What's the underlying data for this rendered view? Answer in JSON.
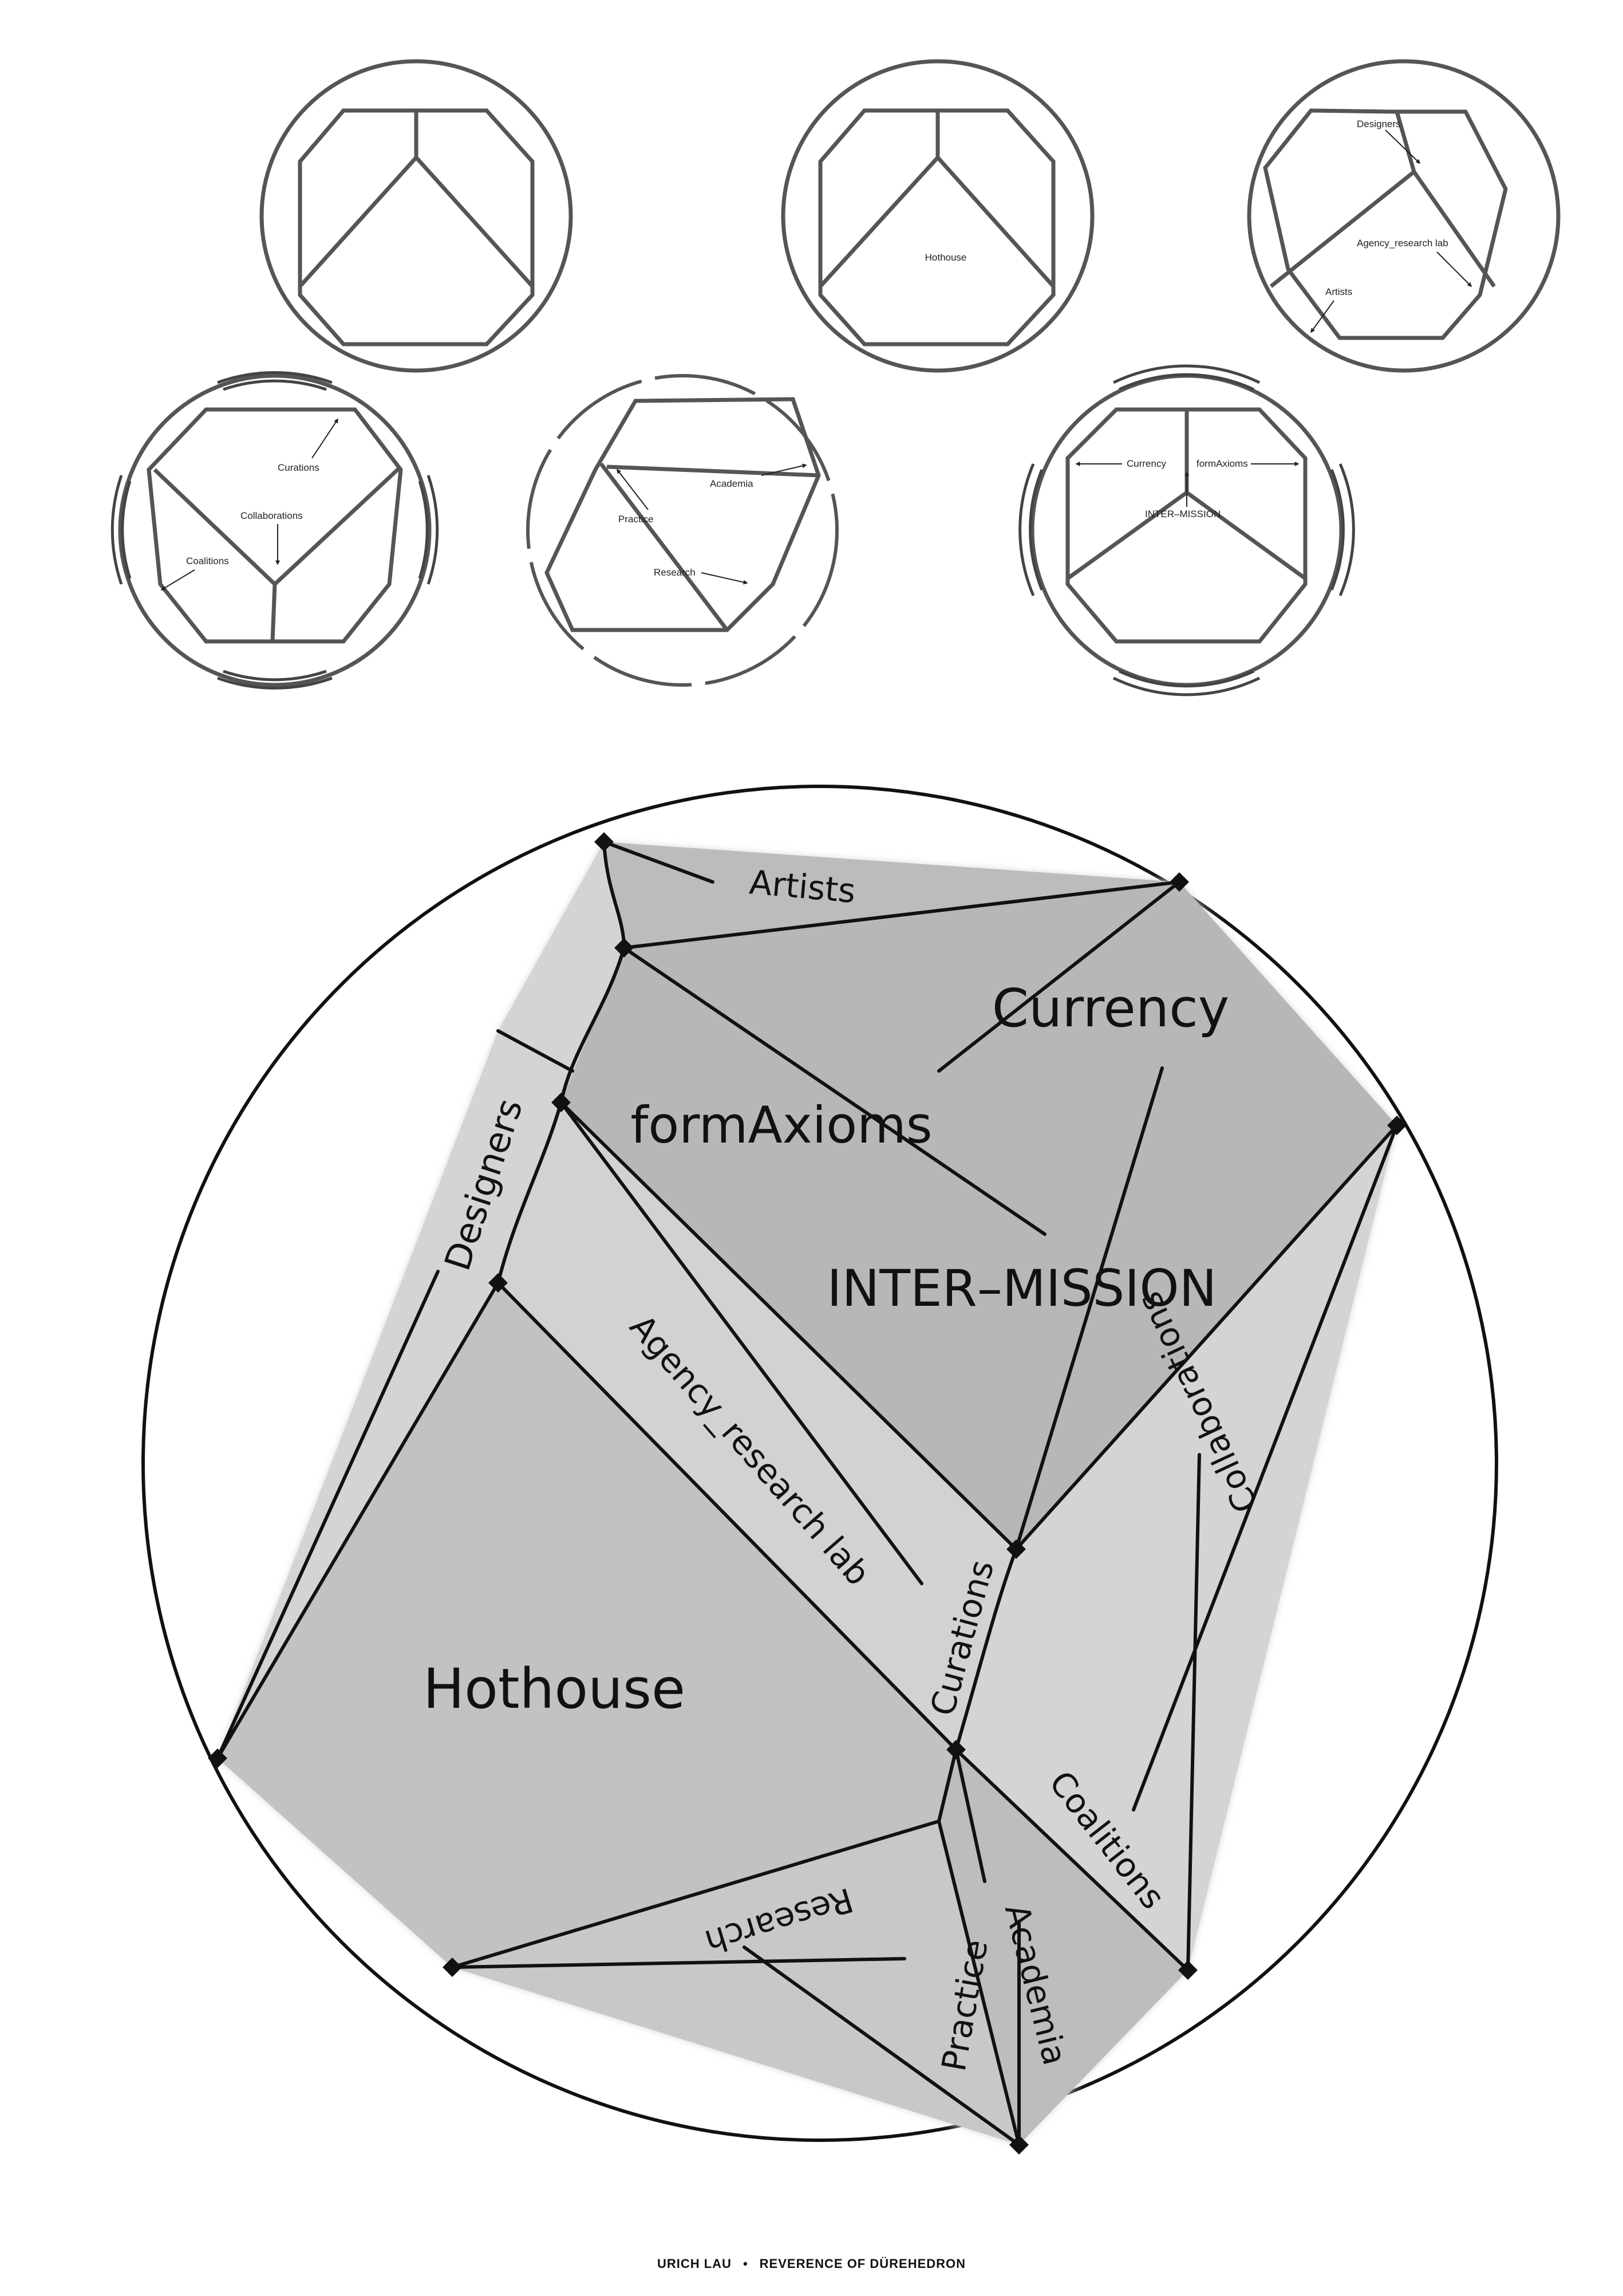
{
  "thumbnails": {
    "hothouse": "Hothouse",
    "designers": "Designers",
    "agency_research_lab": "Agency_research lab",
    "artists": "Artists",
    "curations": "Curations",
    "collaborations": "Collaborations",
    "coalitions": "Coalitions",
    "academia": "Academia",
    "practice": "Practice",
    "research": "Research",
    "currency": "Currency",
    "formaxioms": "formAxioms",
    "inter_mission": "INTER–MISSION"
  },
  "main_diagram": {
    "artists": "Artists",
    "currency": "Currency",
    "formaxioms": "formAxioms",
    "inter_mission": "INTER–MISSION",
    "designers": "Designers",
    "agency_research_lab": "Agency_research lab",
    "collaborations": "Collaborations",
    "curations": "Curations",
    "hothouse": "Hothouse",
    "coalitions": "Coalitions",
    "research": "Research",
    "academia": "Academia",
    "practice": "Practice"
  },
  "footer": {
    "author": "URICH LAU",
    "separator": "•",
    "title": "REVERENCE OF DÜREHEDRON"
  },
  "colors": {
    "light_face": "#d9d9d9",
    "dark_face": "#c2c2c2",
    "darkest_face": "#b0b0b0",
    "line": "#111111",
    "thumb_line": "#555555"
  }
}
